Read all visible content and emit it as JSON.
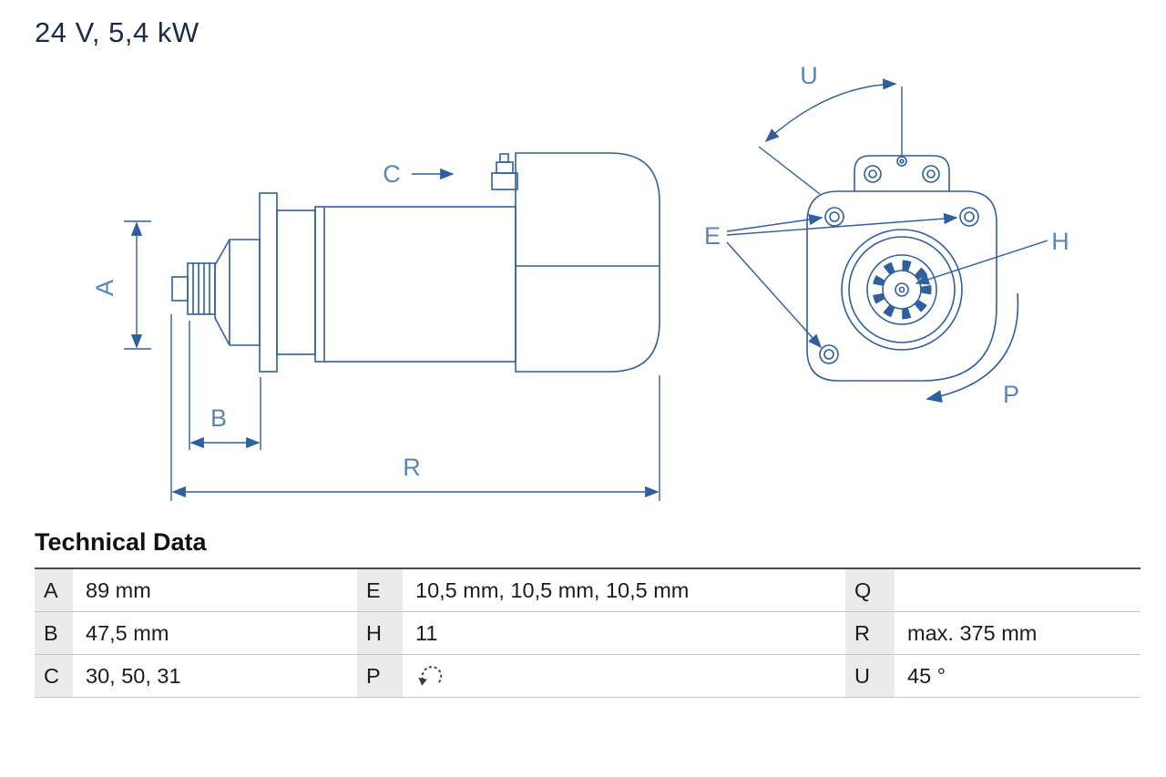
{
  "title": "24 V, 5,4 kW",
  "diagram": {
    "labels": {
      "A": "A",
      "B": "B",
      "C": "C",
      "R": "R",
      "E": "E",
      "H": "H",
      "P": "P",
      "U": "U"
    }
  },
  "table": {
    "heading": "Technical Data",
    "rows": [
      {
        "cells": [
          {
            "label": "A",
            "value": "89 mm"
          },
          {
            "label": "E",
            "value": "10,5 mm, 10,5 mm, 10,5 mm"
          },
          {
            "label": "Q",
            "value": ""
          }
        ]
      },
      {
        "cells": [
          {
            "label": "B",
            "value": "47,5 mm"
          },
          {
            "label": "H",
            "value": "11"
          },
          {
            "label": "R",
            "value": "max. 375 mm"
          }
        ]
      },
      {
        "cells": [
          {
            "label": "C",
            "value": "30, 50, 31"
          },
          {
            "label": "P",
            "value": "",
            "value_icon": "rotation-ccw-icon"
          },
          {
            "label": "U",
            "value": "45 °"
          }
        ]
      }
    ]
  },
  "colors": {
    "line_blue": "#2f5f9f",
    "label_blue": "#5585c2"
  }
}
